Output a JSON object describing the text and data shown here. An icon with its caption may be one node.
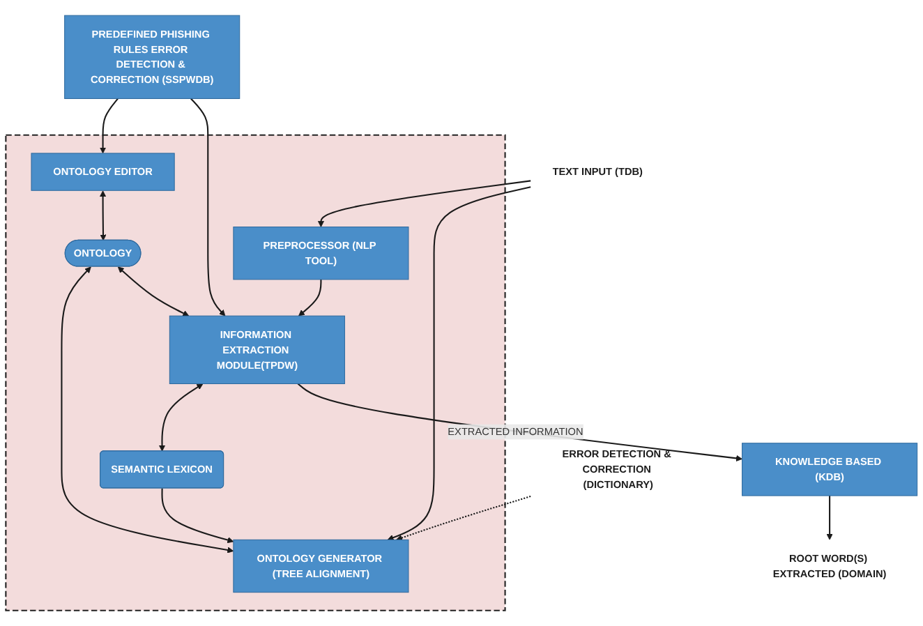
{
  "diagram": {
    "nodes": [
      {
        "text": [
          "PREDEFINED PHISHING RULES ERROR DETECTION & CORRECTION (SSPWDB)"
        ]
      },
      {
        "text": [],
        "shape": "box"
      },
      {
        "text": [
          "ROOT WORD(S) EXTRACTED (DOMAIN)"
        ]
      },
      {
        "text": [
          "ONTOLOGY EDITOR"
        ],
        "in": 1
      },
      {
        "text": [
          "KNOWLEDGE BASED (KDB)"
        ]
      },
      {
        "text": [
          "ONTOLOGY"
        ],
        "in": 1
      },
      {
        "text": [
          "ONTOLOGY GENERATOR (TREE ALIGNMENT)"
        ],
        "in": 1
      },
      {
        "text": [
          "SEMANTIC LEXICON"
        ],
        "in": 1
      },
      {
        "text": [
          "INFORMATION EXTRACTION MODULE(TPDW)"
        ],
        "in": 1
      },
      {
        "text": [
          "PREPROCESSOR (NLP TOOL)"
        ],
        "in": 1
      },
      {
        "text": [
          "TEXT INPUT (TDB)"
        ]
      },
      {
        "text": [
          "ERROR DETECTION & CORRECTION (DICTIONARY)"
        ]
      }
    ],
    "edges": [
      {
        "from": 0,
        "to": 3,
        "arrow": "to"
      },
      {
        "from": 0,
        "to": 8,
        "arrow": "to"
      },
      {
        "from": 4,
        "to": 2,
        "arrow": "to"
      },
      {
        "from": 3,
        "to": 5,
        "arrow": "both"
      },
      {
        "from": 5,
        "to": 6,
        "arrow": "both"
      },
      {
        "from": 5,
        "to": 8,
        "arrow": "both"
      },
      {
        "from": 7,
        "to": 6,
        "arrow": "to"
      },
      {
        "from": 8,
        "to": 7,
        "arrow": "both"
      },
      {
        "from": 8,
        "to": 4,
        "arrow": "to",
        "label": "EXTRACTED INFORMATION"
      },
      {
        "from": 9,
        "to": 8,
        "arrow": "to"
      },
      {
        "from": 10,
        "to": 9,
        "arrow": "to"
      },
      {
        "from": 10,
        "to": 6,
        "arrow": "to"
      },
      {
        "from": 11,
        "to": 6,
        "arrow": "to",
        "style": "dashed"
      }
    ]
  }
}
